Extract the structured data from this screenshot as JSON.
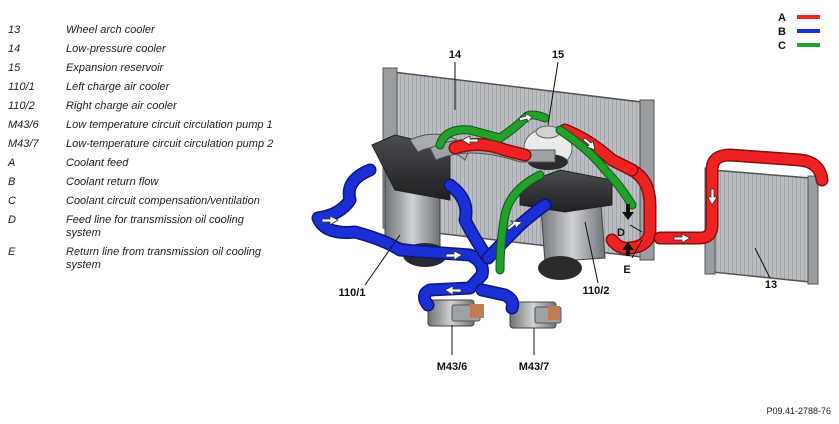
{
  "legend": [
    {
      "code": "13",
      "desc": "Wheel arch cooler"
    },
    {
      "code": "14",
      "desc": "Low-pressure cooler"
    },
    {
      "code": "15",
      "desc": "Expansion reservoir"
    },
    {
      "code": "110/1",
      "desc": "Left charge air cooler"
    },
    {
      "code": "110/2",
      "desc": "Right charge air cooler"
    },
    {
      "code": "M43/6",
      "desc": "Low temperature circuit circulation pump 1"
    },
    {
      "code": "M43/7",
      "desc": "Low-temperature circuit circulation pump 2"
    },
    {
      "code": "A",
      "desc": "Coolant feed"
    },
    {
      "code": "B",
      "desc": "Coolant return flow"
    },
    {
      "code": "C",
      "desc": "Coolant circuit compensation/ventilation"
    },
    {
      "code": "D",
      "desc": "Feed line for transmission oil cooling system"
    },
    {
      "code": "E",
      "desc": "Return line from transmission oil cooling system"
    }
  ],
  "color_key": [
    {
      "letter": "A",
      "color": "#ee2222"
    },
    {
      "letter": "B",
      "color": "#1a2fd6"
    },
    {
      "letter": "C",
      "color": "#22a02a"
    }
  ],
  "callouts": {
    "c14": "14",
    "c15": "15",
    "c1101": "110/1",
    "c1102": "110/2",
    "c13": "13",
    "m436": "M43/6",
    "m437": "M43/7",
    "d": "D",
    "e": "E"
  },
  "reference": "P09.41-2788-76"
}
